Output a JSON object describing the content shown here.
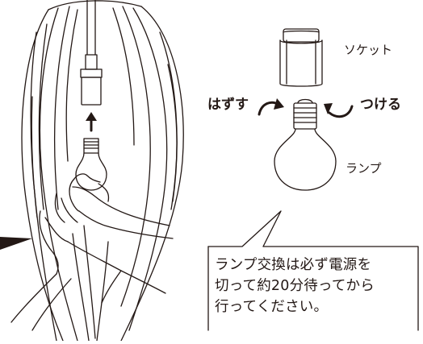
{
  "labels": {
    "socket": "ソケット",
    "lamp": "ランプ",
    "remove": "はずす",
    "attach": "つける"
  },
  "note": {
    "lines": [
      "ランプ交換は必ず電源を",
      "切って約20分待ってから",
      "行ってください。"
    ]
  },
  "colors": {
    "line": "#231815",
    "background": "#ffffff"
  }
}
